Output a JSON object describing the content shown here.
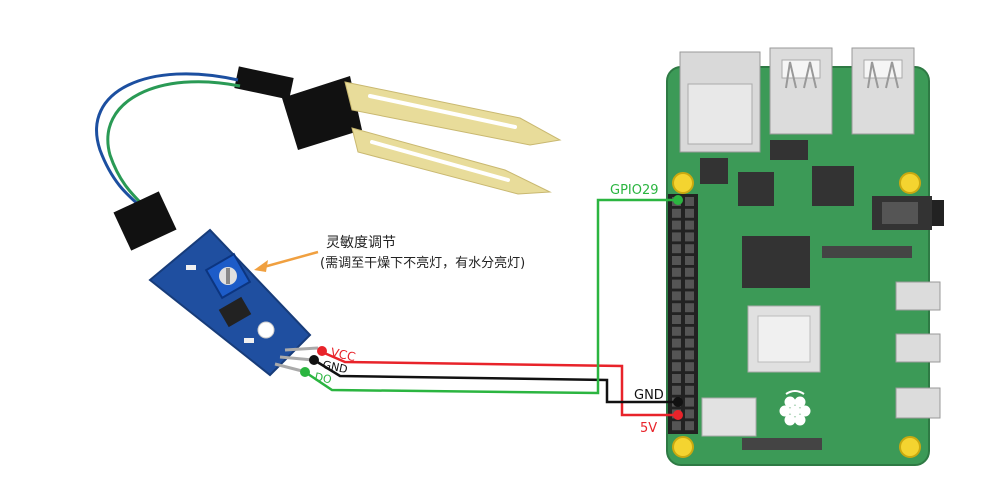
{
  "annotation": {
    "line1": "灵敏度调节",
    "line2": "(需调至干燥下不亮灯，有水分亮灯)"
  },
  "pins": {
    "vcc": "VCC",
    "gnd": "GND",
    "do": "DO",
    "gpio": "GPIO29",
    "pi_gnd": "GND",
    "pi_5v": "5V"
  },
  "colors": {
    "wire_red": "#e8232a",
    "wire_black": "#111111",
    "wire_green": "#2bb540",
    "pcb_blue": "#1f4fa0",
    "pi_green": "#3c9a57",
    "probe_gold": "#e8dc9a",
    "arrow_orange": "#f0a040"
  },
  "icons": [
    "raspberry-logo-icon",
    "usb-port-icon",
    "audio-jack-icon",
    "potentiometer-icon"
  ]
}
